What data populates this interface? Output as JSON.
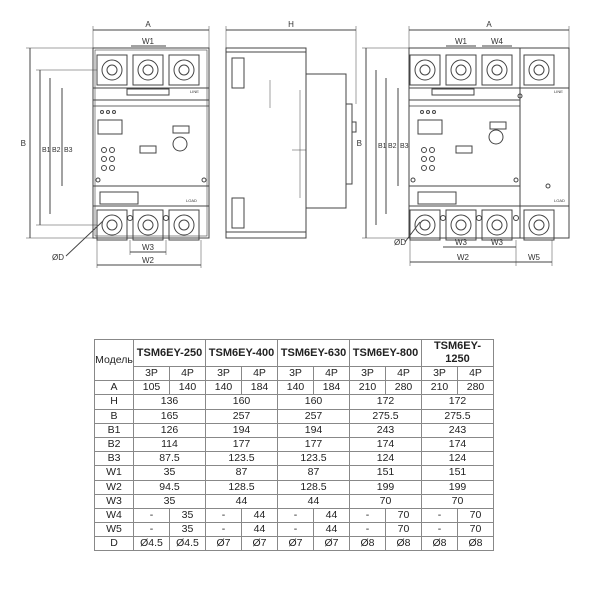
{
  "drawing": {
    "labels": {
      "A": "A",
      "H": "H",
      "B": "B",
      "B1": "B1",
      "B2": "B2",
      "B3": "B3",
      "W1": "W1",
      "W2": "W2",
      "W3": "W3",
      "W4": "W4",
      "W5": "W5",
      "D": "ØD",
      "LINE": "LINE",
      "LOAD": "LOAD"
    }
  },
  "table": {
    "header_label": "Модель",
    "models": [
      "TSM6EY-250",
      "TSM6EY-400",
      "TSM6EY-630",
      "TSM6EY-800",
      "TSM6EY-1250"
    ],
    "poles": [
      "3P",
      "4P"
    ],
    "rows": [
      {
        "label": "A",
        "merged": false,
        "cells": [
          "105",
          "140",
          "140",
          "184",
          "140",
          "184",
          "210",
          "280",
          "210",
          "280"
        ]
      },
      {
        "label": "H",
        "merged": true,
        "cells": [
          "136",
          "160",
          "160",
          "172",
          "172"
        ]
      },
      {
        "label": "B",
        "merged": true,
        "cells": [
          "165",
          "257",
          "257",
          "275.5",
          "275.5"
        ]
      },
      {
        "label": "B1",
        "merged": true,
        "cells": [
          "126",
          "194",
          "194",
          "243",
          "243"
        ]
      },
      {
        "label": "B2",
        "merged": true,
        "cells": [
          "114",
          "177",
          "177",
          "174",
          "174"
        ]
      },
      {
        "label": "B3",
        "merged": true,
        "cells": [
          "87.5",
          "123.5",
          "123.5",
          "124",
          "124"
        ]
      },
      {
        "label": "W1",
        "merged": true,
        "cells": [
          "35",
          "87",
          "87",
          "151",
          "151"
        ]
      },
      {
        "label": "W2",
        "merged": true,
        "cells": [
          "94.5",
          "128.5",
          "128.5",
          "199",
          "199"
        ]
      },
      {
        "label": "W3",
        "merged": true,
        "cells": [
          "35",
          "44",
          "44",
          "70",
          "70"
        ]
      },
      {
        "label": "W4",
        "merged": false,
        "cells": [
          "-",
          "35",
          "-",
          "44",
          "-",
          "44",
          "-",
          "70",
          "-",
          "70"
        ]
      },
      {
        "label": "W5",
        "merged": false,
        "cells": [
          "-",
          "35",
          "-",
          "44",
          "-",
          "44",
          "-",
          "70",
          "-",
          "70"
        ]
      },
      {
        "label": "D",
        "merged": false,
        "cells": [
          "Ø4.5",
          "Ø4.5",
          "Ø7",
          "Ø7",
          "Ø7",
          "Ø7",
          "Ø8",
          "Ø8",
          "Ø8",
          "Ø8"
        ]
      }
    ]
  }
}
